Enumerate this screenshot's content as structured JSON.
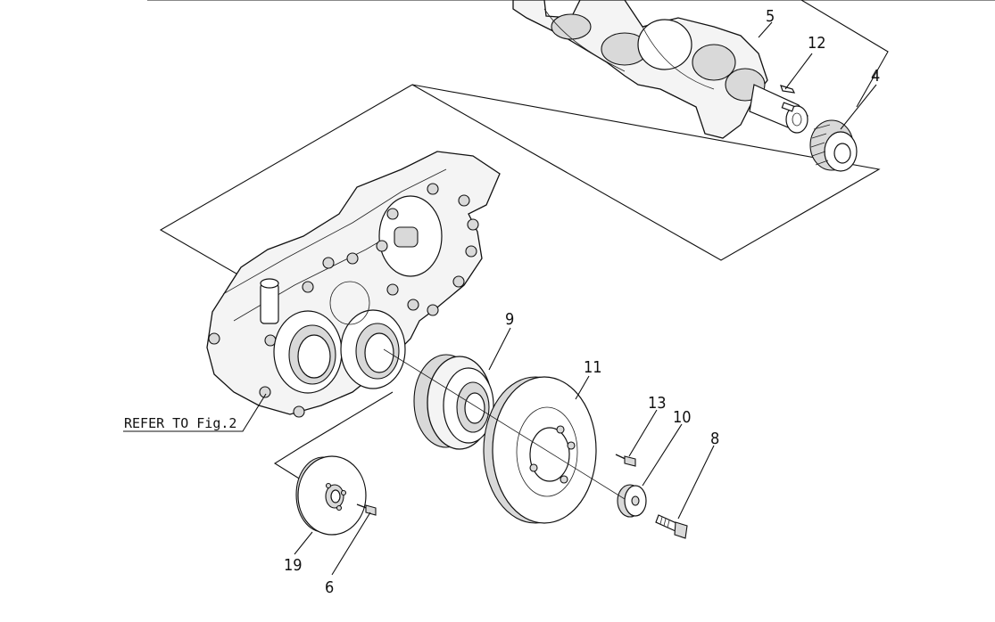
{
  "labels": {
    "p4": "4",
    "p5": "5",
    "p6": "6",
    "p8": "8",
    "p9": "9",
    "p10": "10",
    "p11": "11",
    "p12": "12",
    "p13": "13",
    "p19": "19"
  },
  "reference": "REFER TO Fig.2"
}
